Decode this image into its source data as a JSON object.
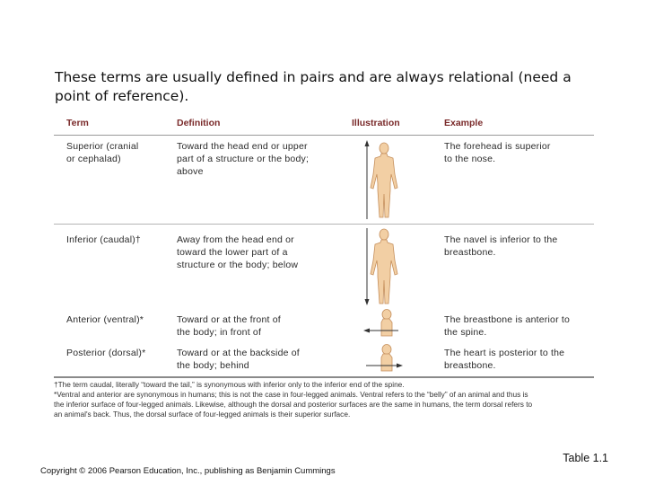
{
  "intro_text": "These terms are usually defined in pairs and are always relational (need a point of reference).",
  "table": {
    "headers": {
      "term": "Term",
      "definition": "Definition",
      "illustration": "Illustration",
      "example": "Example"
    },
    "rows": [
      {
        "term": [
          "Superior (cranial",
          "or cephalad)"
        ],
        "definition": [
          "Toward the head end or upper",
          "part of a structure or the body;",
          "above"
        ],
        "example": [
          "The forehead is superior",
          "to the nose."
        ],
        "illustration_icon": "human-front-figure-arrow-up-icon"
      },
      {
        "term": [
          "Inferior (caudal)†"
        ],
        "definition": [
          "Away from the head end or",
          "toward the lower part of a",
          "structure or the body; below"
        ],
        "example": [
          "The navel is inferior to the",
          "breastbone."
        ],
        "illustration_icon": "human-front-figure-arrow-down-icon"
      },
      {
        "term": [
          "Anterior (ventral)*"
        ],
        "definition": [
          "Toward or at the front of",
          "the body; in front of"
        ],
        "example": [
          "The breastbone is anterior to",
          "the spine."
        ],
        "illustration_icon": "human-side-figure-arrow-front-icon"
      },
      {
        "term": [
          "Posterior (dorsal)*"
        ],
        "definition": [
          "Toward or at the backside of",
          "the body; behind"
        ],
        "example": [
          "The heart is posterior to the",
          "breastbone."
        ],
        "illustration_icon": "human-side-figure-arrow-back-icon"
      }
    ],
    "footnotes": [
      "†The term caudal, literally “toward the tail,” is synonymous with inferior only to the inferior end of the spine.",
      "*Ventral and anterior are synonymous in humans; this is not the case in four-legged animals. Ventral refers to the “belly” of an animal and thus is",
      "the inferior surface of four-legged animals. Likewise, although the dorsal and posterior surfaces are the same in humans, the term dorsal refers to",
      "an animal's back. Thus, the dorsal surface of four-legged animals is their superior surface."
    ]
  },
  "table_label": "Table 1.1",
  "copyright": "Copyright © 2006 Pearson Education, Inc., publishing as Benjamin Cummings",
  "colors": {
    "header_text": "#7a2a2a",
    "skin": "#f2cfa4",
    "skin_outline": "#c58f5c",
    "arrow": "#333333"
  }
}
